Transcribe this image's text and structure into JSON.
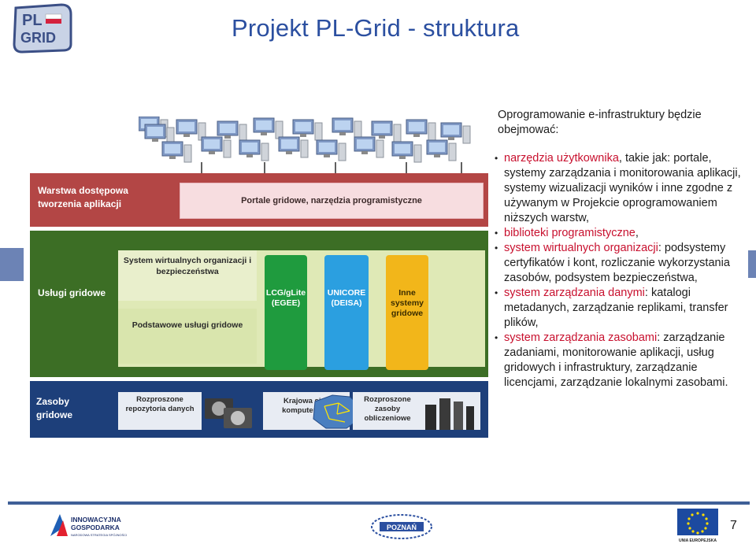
{
  "header": {
    "title": "Projekt PL-Grid - struktura",
    "logo_text_top": "PL",
    "logo_text_bottom": "GRID"
  },
  "diagram": {
    "layer_app_label": "Warstwa dostępowa tworzenia aplikacji",
    "portals_label": "Portale gridowe, narzędzia programistyczne",
    "layer_services_label": "Usługi gridowe",
    "vo_label": "System wirtualnych organizacji i bezpieczeństwa",
    "basic_services_label": "Podstawowe usługi gridowe",
    "pillar_lcg": "LCG/gLite (EGEE)",
    "pillar_unicore": "UNICORE (DEISA)",
    "pillar_other": "Inne systemy gridowe",
    "layer_resources_label": "Zasoby gridowe",
    "res_storage": "Rozproszone repozytoria danych",
    "res_network": "Krajowa sieć komputerowa",
    "res_compute": "Rozproszone zasoby obliczeniowe"
  },
  "text": {
    "intro": "Oprogramowanie e-infrastruktury będzie obejmować:",
    "b1_hl": "narzędzia użytkownika",
    "b1_rest": ", takie jak: portale, systemy zarządzania i monitorowania aplikacji, systemy wizualizacji wyników i inne zgodne z używanym w Projekcie oprogramowaniem niższych warstw,",
    "b2_hl": "biblioteki programistyczne",
    "b2_rest": ",",
    "b3_hl": "system wirtualnych organizacji",
    "b3_rest": ": podsystemy certyfikatów i kont, rozliczanie wykorzystania zasobów, podsystem bezpieczeństwa,",
    "b4_hl": "system zarządzania danymi",
    "b4_rest": ": katalogi metadanych, zarządzanie replikami, transfer plików,",
    "b5_hl": "system zarządzania zasobami",
    "b5_rest": ": zarządzanie zadaniami, monitorowanie aplikacji, usług gridowych i infrastruktury, zarządzanie licencjami, zarządzanie lokalnymi zasobami."
  },
  "footer": {
    "ig_line1": "INNOWACYJNA",
    "ig_line2": "GOSPODARKA",
    "ig_line3": "NARODOWA STRATEGIA SPÓJNOŚCI",
    "poznan_label": "POZNAŃ",
    "eu_label": "UNIA EUROPEJSKA",
    "page_number": "7"
  },
  "colors": {
    "title_blue": "#2b4fa0",
    "highlight_red": "#c8102e",
    "app_layer": "#b34645",
    "services_layer": "#3c6e25",
    "resources_layer": "#1d3f7a",
    "pillar_green": "#1f9b3e",
    "pillar_blue": "#2b9fe0",
    "pillar_yellow": "#f2b61a"
  }
}
